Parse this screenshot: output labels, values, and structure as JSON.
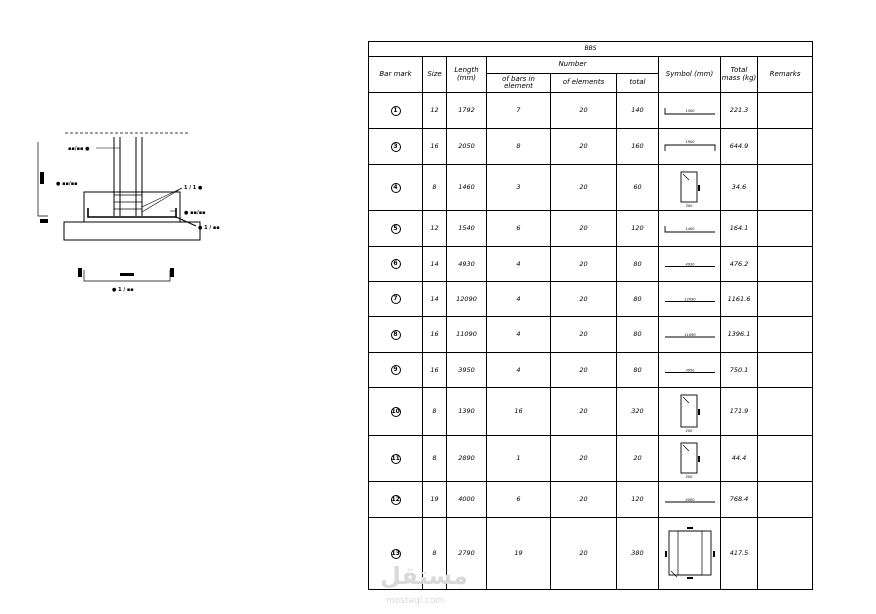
{
  "drawing": {
    "labels": [
      "▪▪/▪▪ ●",
      "● ▪▪/▪▪",
      "1 / 1 ●",
      "● ▪▪/▪▪",
      "● 1 / ▪▪",
      "▪▪▪",
      "● 1 / ▪▪"
    ]
  },
  "table": {
    "title": "BBS",
    "headers": {
      "bar_mark": "Bar mark",
      "size": "Size",
      "length": "Length (mm)",
      "number": "Number",
      "bars_in_element": "of bars in element",
      "of_elements": "of elements",
      "total": "total",
      "symbol": "Symbol (mm)",
      "total_mass": "Total mass (kg)",
      "remarks": "Remarks"
    },
    "rows": [
      {
        "mark": "1",
        "size": "12",
        "length": "1792",
        "bars": "7",
        "elements": "20",
        "total": "140",
        "sym_label": "1500",
        "mass": "221.3",
        "remarks": ""
      },
      {
        "mark": "3",
        "size": "16",
        "length": "2050",
        "bars": "8",
        "elements": "20",
        "total": "160",
        "sym_label": "1900",
        "mass": "644.9",
        "remarks": ""
      },
      {
        "mark": "4",
        "size": "8",
        "length": "1460",
        "bars": "3",
        "elements": "20",
        "total": "60",
        "sym_label": "300",
        "mass": "34.6",
        "remarks": ""
      },
      {
        "mark": "5",
        "size": "12",
        "length": "1540",
        "bars": "6",
        "elements": "20",
        "total": "120",
        "sym_label": "1400",
        "mass": "164.1",
        "remarks": ""
      },
      {
        "mark": "6",
        "size": "14",
        "length": "4930",
        "bars": "4",
        "elements": "20",
        "total": "80",
        "sym_label": "4930",
        "mass": "476.2",
        "remarks": ""
      },
      {
        "mark": "7",
        "size": "14",
        "length": "12090",
        "bars": "4",
        "elements": "20",
        "total": "80",
        "sym_label": "12090",
        "mass": "1161.6",
        "remarks": ""
      },
      {
        "mark": "8",
        "size": "16",
        "length": "11090",
        "bars": "4",
        "elements": "20",
        "total": "80",
        "sym_label": "11090",
        "mass": "1396.1",
        "remarks": ""
      },
      {
        "mark": "9",
        "size": "16",
        "length": "3950",
        "bars": "4",
        "elements": "20",
        "total": "80",
        "sym_label": "3950",
        "mass": "750.1",
        "remarks": ""
      },
      {
        "mark": "10",
        "size": "8",
        "length": "1390",
        "bars": "16",
        "elements": "20",
        "total": "320",
        "sym_label": "200",
        "mass": "171.9",
        "remarks": ""
      },
      {
        "mark": "11",
        "size": "8",
        "length": "2890",
        "bars": "1",
        "elements": "20",
        "total": "20",
        "sym_label": "200",
        "mass": "44.4",
        "remarks": ""
      },
      {
        "mark": "12",
        "size": "19",
        "length": "4000",
        "bars": "6",
        "elements": "20",
        "total": "120",
        "sym_label": "4000",
        "mass": "768.4",
        "remarks": ""
      },
      {
        "mark": "13",
        "size": "8",
        "length": "2790",
        "bars": "19",
        "elements": "20",
        "total": "380",
        "sym_label": "",
        "mass": "417.5",
        "remarks": ""
      }
    ],
    "symbol_types": [
      "hook-bar",
      "u-bar",
      "stirrup",
      "hook-bar",
      "straight",
      "straight",
      "straight",
      "straight",
      "stirrup",
      "stirrup",
      "straight",
      "multi-stirrup"
    ]
  },
  "watermark": {
    "text": "مستقل",
    "sub": "mostaql.com"
  }
}
